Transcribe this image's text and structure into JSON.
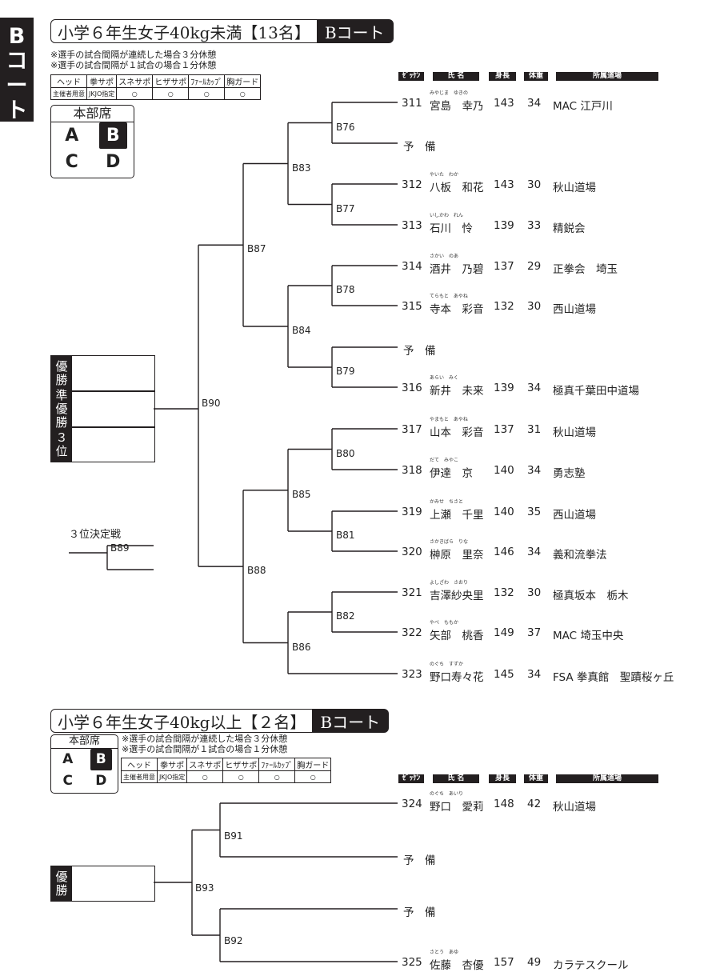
{
  "side_tab": "Bコート",
  "col_headers": {
    "zekken": "ｾﾞｯｹﾝ",
    "name": "氏 名",
    "height": "身長",
    "weight": "体重",
    "dojo": "所属道場"
  },
  "equipment": {
    "headers": [
      "ヘッド",
      "拳サポ",
      "スネサポ",
      "ヒザサポ",
      "ﾌｧｰﾙｶｯﾌﾟ",
      "胸ガード"
    ],
    "values": [
      "主催者用意",
      "JKJO指定",
      "○",
      "○",
      "○",
      "○"
    ]
  },
  "notes": [
    "※選手の試合間隔が連続した場合３分休憩",
    "※選手の試合間隔が１試合の場合１分休憩"
  ],
  "hq": {
    "title": "本部席",
    "cells": [
      "A",
      "B",
      "C",
      "D"
    ],
    "active": "B"
  },
  "section1": {
    "title": "小学６年生女子40kg未満【13名】",
    "court": "Bコート",
    "entries": [
      {
        "num": "311",
        "name": "宮島　幸乃",
        "kana": "みやじま　ゆきの",
        "height": "143",
        "weight": "34",
        "dojo": "MAC 江戸川"
      },
      {
        "num": "",
        "name": "予　備",
        "kana": "",
        "height": "",
        "weight": "",
        "dojo": ""
      },
      {
        "num": "312",
        "name": "八板　和花",
        "kana": "やいた　わか",
        "height": "143",
        "weight": "30",
        "dojo": "秋山道場"
      },
      {
        "num": "313",
        "name": "石川　怜",
        "kana": "いしかわ　れん",
        "height": "139",
        "weight": "33",
        "dojo": "精鋭会"
      },
      {
        "num": "314",
        "name": "酒井　乃碧",
        "kana": "さかい　のあ",
        "height": "137",
        "weight": "29",
        "dojo": "正拳会　埼玉"
      },
      {
        "num": "315",
        "name": "寺本　彩音",
        "kana": "てらもと　あやね",
        "height": "132",
        "weight": "30",
        "dojo": "西山道場"
      },
      {
        "num": "",
        "name": "予　備",
        "kana": "",
        "height": "",
        "weight": "",
        "dojo": ""
      },
      {
        "num": "316",
        "name": "新井　未来",
        "kana": "あらい　みく",
        "height": "139",
        "weight": "34",
        "dojo": "極真千葉田中道場"
      },
      {
        "num": "317",
        "name": "山本　彩音",
        "kana": "やまもと　あやね",
        "height": "137",
        "weight": "31",
        "dojo": "秋山道場"
      },
      {
        "num": "318",
        "name": "伊達　京",
        "kana": "だて　みやこ",
        "height": "140",
        "weight": "34",
        "dojo": "勇志塾"
      },
      {
        "num": "319",
        "name": "上瀬　千里",
        "kana": "かみせ　ちさと",
        "height": "140",
        "weight": "35",
        "dojo": "西山道場"
      },
      {
        "num": "320",
        "name": "榊原　里奈",
        "kana": "さかきばら　りな",
        "height": "146",
        "weight": "34",
        "dojo": "義和流拳法"
      },
      {
        "num": "321",
        "name": "吉澤紗央里",
        "kana": "よしざわ　さおり",
        "height": "132",
        "weight": "30",
        "dojo": "極真坂本　栃木"
      },
      {
        "num": "322",
        "name": "矢部　桃香",
        "kana": "やべ　ももか",
        "height": "149",
        "weight": "37",
        "dojo": "MAC 埼玉中央"
      },
      {
        "num": "323",
        "name": "野口寿々花",
        "kana": "のぐち　すずか",
        "height": "145",
        "weight": "34",
        "dojo": "FSA 拳真館　聖蹟桜ヶ丘"
      }
    ],
    "matches": [
      "B76",
      "B77",
      "B78",
      "B79",
      "B80",
      "B81",
      "B82",
      "B83",
      "B84",
      "B85",
      "B86",
      "B87",
      "B88",
      "B90",
      "B89"
    ],
    "results": [
      "優勝",
      "準優勝",
      "３位"
    ],
    "third_place": "３位決定戦"
  },
  "section2": {
    "title": "小学６年生女子40kg以上【２名】",
    "court": "Bコート",
    "entries": [
      {
        "num": "324",
        "name": "野口　愛莉",
        "kana": "のぐち　あいり",
        "height": "148",
        "weight": "42",
        "dojo": "秋山道場"
      },
      {
        "num": "",
        "name": "予　備",
        "kana": "",
        "height": "",
        "weight": "",
        "dojo": ""
      },
      {
        "num": "",
        "name": "予　備",
        "kana": "",
        "height": "",
        "weight": "",
        "dojo": ""
      },
      {
        "num": "325",
        "name": "佐藤　杏優",
        "kana": "さとう　あゆ",
        "height": "157",
        "weight": "49",
        "dojo": "カラテスクール"
      }
    ],
    "matches": [
      "B91",
      "B92",
      "B93"
    ],
    "results": [
      "優勝"
    ]
  }
}
